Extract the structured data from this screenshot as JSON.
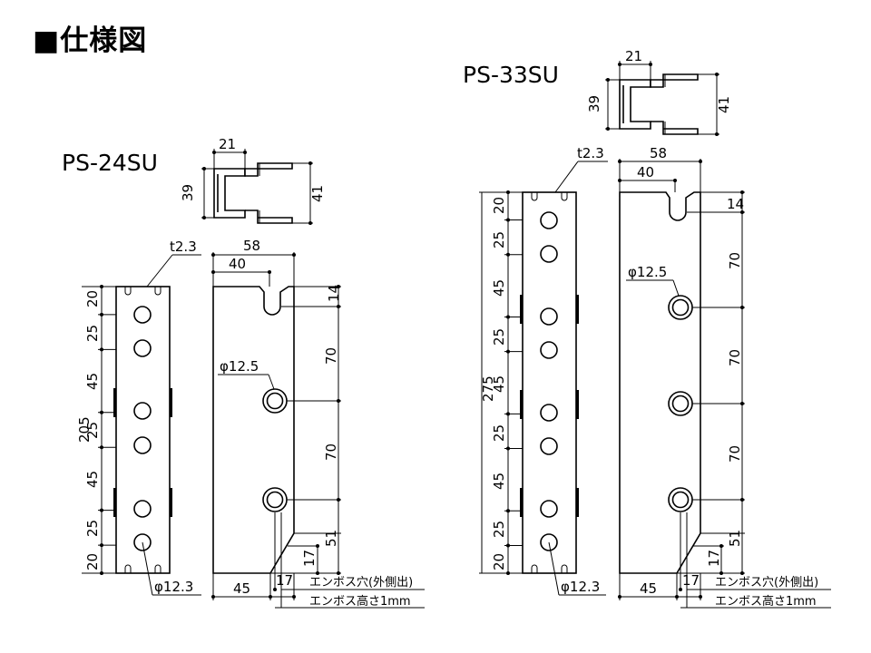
{
  "title": "■仕様図",
  "models": {
    "left": "PS-24SU",
    "right": "PS-33SU"
  },
  "left": {
    "section": {
      "width": "21",
      "inner_height": "39",
      "outer_height": "41"
    },
    "thickness": "t2.3",
    "total_height": "205",
    "front_dims": [
      "20",
      "25",
      "45",
      "25",
      "45",
      "25",
      "20"
    ],
    "hole_dia": "φ12.3",
    "side_width": "58",
    "notch_offset": "40",
    "top_notch": "14",
    "side_dims": [
      "70",
      "70",
      "51"
    ],
    "emboss_dia": "φ12.5",
    "bottom_width": "45",
    "chamfer": "17",
    "chamfer_h": "17"
  },
  "right": {
    "section": {
      "width": "21",
      "inner_height": "39",
      "outer_height": "41"
    },
    "thickness": "t2.3",
    "total_height": "275",
    "front_dims": [
      "20",
      "25",
      "45",
      "25",
      "45",
      "25",
      "45",
      "25",
      "20"
    ],
    "hole_dia": "φ12.3",
    "side_width": "58",
    "notch_offset": "40",
    "top_notch": "14",
    "side_dims": [
      "70",
      "70",
      "70",
      "51"
    ],
    "emboss_dia": "φ12.5",
    "bottom_width": "45",
    "chamfer": "17",
    "chamfer_h": "17"
  },
  "notes": {
    "emboss_hole": "エンボス穴(外側出)",
    "emboss_height": "エンボス高さ1mm"
  }
}
